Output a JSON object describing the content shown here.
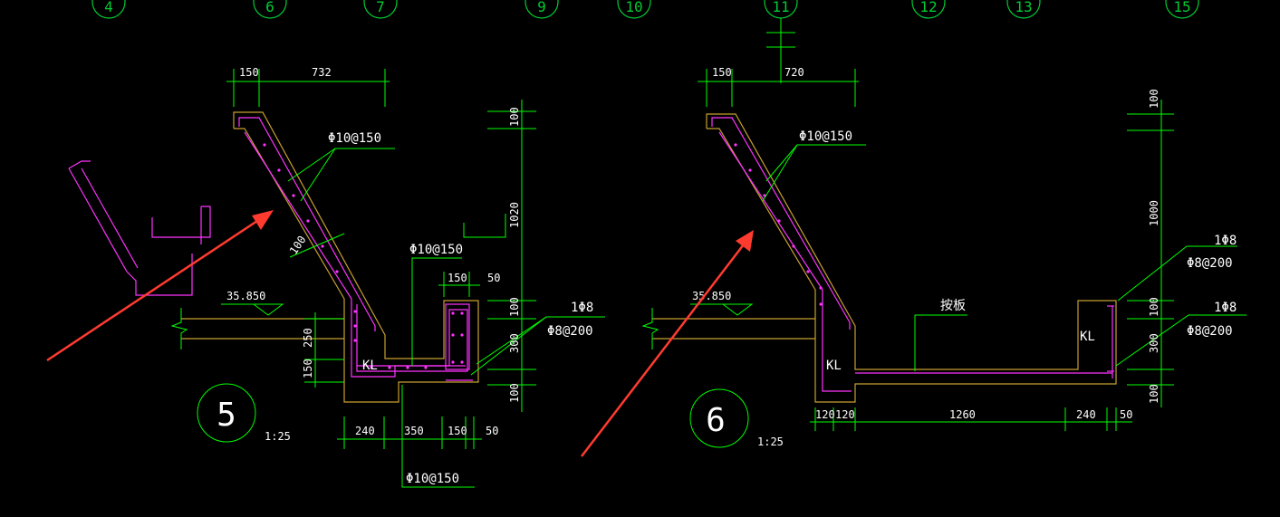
{
  "colors": {
    "background": "#000000",
    "dimension_line": "#00ff00",
    "rebar": "#ff33ff",
    "concrete_outline": "#c8a030",
    "text": "#ffffff",
    "arrow": "#ff3b30",
    "axis_bubble": "#00cc33"
  },
  "grid_axes": [
    "4",
    "6",
    "7",
    "9",
    "10",
    "11",
    "12",
    "13",
    "15"
  ],
  "detail5": {
    "number": "5",
    "scale": "1:25",
    "elevation": "35.850",
    "beam_label": "KL",
    "rebar": {
      "slab_dist": "Φ10@150",
      "mid_dist": "Φ10@150",
      "bottom_dist": "Φ10@150",
      "stirrup_top": "1Φ8",
      "stirrup": "Φ8@200"
    },
    "dims": {
      "top_150": "150",
      "top_732": "732",
      "slab_100": "100",
      "right_100_top": "100",
      "right_1020": "1020",
      "right_100_mid": "100",
      "right_300": "300",
      "right_100_bot": "100",
      "left_250": "250",
      "left_150": "150",
      "curb_150": "150",
      "curb_50": "50",
      "bot_240": "240",
      "bot_350": "350",
      "bot_150": "150",
      "bot_50": "50"
    }
  },
  "detail6": {
    "number": "6",
    "scale": "1:25",
    "elevation": "35.850",
    "beam_label_left": "KL",
    "beam_label_right": "KL",
    "slab_note": "按板",
    "rebar": {
      "slab_dist": "Φ10@150",
      "stirrup_top_1": "1Φ8",
      "stirrup_1": "Φ8@200",
      "stirrup_top_2": "1Φ8",
      "stirrup_2": "Φ8@200"
    },
    "dims": {
      "top_150": "150",
      "top_720": "720",
      "right_100_top": "100",
      "right_1000": "1000",
      "right_100_mid": "100",
      "right_300": "300",
      "right_100_bot": "100",
      "bot_120a": "120",
      "bot_120b": "120",
      "bot_1260": "1260",
      "bot_240": "240",
      "bot_50": "50"
    }
  }
}
